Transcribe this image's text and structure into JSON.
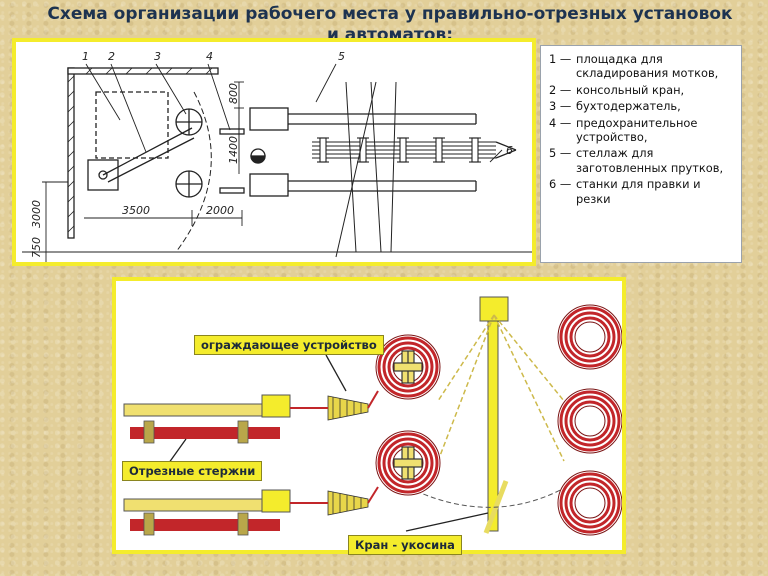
{
  "title": "Схема организации рабочего места у правильно-отрезных установок и автоматов:",
  "legend": [
    {
      "num": "1 —",
      "text": "площадка для складирования мотков,"
    },
    {
      "num": "2 —",
      "text": "консольный кран,"
    },
    {
      "num": "3 —",
      "text": "бухтодержатель,"
    },
    {
      "num": "4 —",
      "text": "предохранительное устройство,"
    },
    {
      "num": "5 —",
      "text": "стеллаж для заготовленных прутков,"
    },
    {
      "num": "6 —",
      "text": "станки для правки и резки"
    }
  ],
  "drawing": {
    "callout_numbers": [
      "1",
      "2",
      "3",
      "4",
      "5",
      "6"
    ],
    "dimensions": {
      "d3500": "3500",
      "d2000": "2000",
      "d3000": "3000",
      "d750": "750",
      "d800": "800",
      "d1400": "1400"
    }
  },
  "labels": {
    "guard": "ограждающее устройство",
    "rods": "Отрезные стержни",
    "crane": "Кран - укосина"
  },
  "colors": {
    "frame": "#f4ec2c",
    "coil": "#c2262a",
    "title": "#1d3350"
  }
}
